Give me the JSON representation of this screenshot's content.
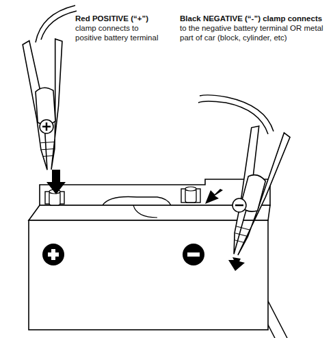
{
  "diagram": {
    "labels": [
      "Red POSITIVE (“+”)",
      "clamp connects to positive battery terminal",
      "Black NEGATIVE (“-”) clamp connects",
      "to the negative battery terminal OR metal part of car (block, cylinder, etc)"
    ]
  }
}
